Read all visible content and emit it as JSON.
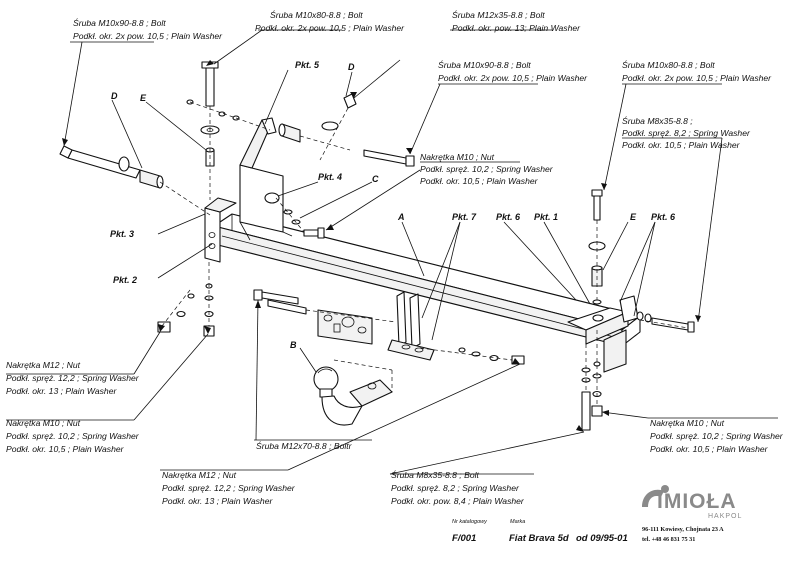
{
  "labels": {
    "bolt_m10x90_left_1": "Śruba M10x90-8.8 ;  Bolt",
    "bolt_m10x90_left_2": "Podkł. okr. 2x pow. 10,5 ; Plain Washer",
    "bolt_m10x80_top_1": "Śruba M10x80-8.8 ;  Bolt",
    "bolt_m10x80_top_2": "Podkł. okr. 2x pow. 10,5 ; Plain Washer",
    "bolt_m12x35_1": "Śruba M12x35-8.8 ;  Bolt",
    "bolt_m12x35_2": "Podkł. okr. pow. 13; Plain Washer",
    "bolt_m10x90_mid_1": "Śruba M10x90-8.8 ;  Bolt",
    "bolt_m10x90_mid_2": "Podkł. okr. 2x pow. 10,5 ; Plain Washer",
    "bolt_m10x80_right_1": "Śruba M10x80-8.8 ;  Bolt",
    "bolt_m10x80_right_2": "Podkł. okr. 2x pow. 10,5 ; Plain Washer",
    "bolt_m8x35_right_1": "Śruba M8x35-8.8 ;",
    "bolt_m8x35_right_2": "Podkł. spręż. 8,2 ; Spring Washer",
    "bolt_m8x35_right_3": "Podkł. okr. 10,5 ; Plain Washer",
    "nut_m10_mid_1": "Nakrętka  M10 ; Nut",
    "nut_m10_mid_2": "Podkł. spręż. 10,2 ; Spring Washer",
    "nut_m10_mid_3": "Podkł. okr. 10,5 ; Plain Washer",
    "nut_m12_left_1": "Nakrętka  M12 ; Nut",
    "nut_m12_left_2": "Podkł. spręż. 12,2 ; Spring Washer",
    "nut_m12_left_3": "Podkł. okr. 13 ; Plain Washer",
    "nut_m10_left_1": "Nakrętka  M10 ; Nut",
    "nut_m10_left_2": "Podkł. spręż. 10,2 ; Spring Washer",
    "nut_m10_left_3": "Podkł. okr. 10,5 ; Plain Washer",
    "bolt_m12x70": "Śruba M12x70-8.8 ;  Boltr",
    "nut_m12_bottom_1": "Nakrętka  M12 ; Nut",
    "nut_m12_bottom_2": "Podkł. spręż. 12,2 ; Spring Washer",
    "nut_m12_bottom_3": "Podkł. okr. 13 ; Plain Washer",
    "bolt_m8x35_bottom_1": "Śruba M8x35-8.8 ;  Bolt",
    "bolt_m8x35_bottom_2": "Podkł. spręż. 8,2 ; Spring Washer",
    "bolt_m8x35_bottom_3": "Podkł. okr. pow. 8,4 ; Plain Washer",
    "nut_m10_right_1": "Nakrętka  M10 ; Nut",
    "nut_m10_right_2": "Podkł. spręż. 10,2 ; Spring Washer",
    "nut_m10_right_3": "Podkł. okr. 10,5 ; Plain Washer"
  },
  "parts": {
    "pkt5": "Pkt. 5",
    "pkt4": "Pkt. 4",
    "pkt3": "Pkt. 3",
    "pkt2": "Pkt. 2",
    "pkt7": "Pkt. 7",
    "pkt6_mid": "Pkt. 6",
    "pkt1": "Pkt. 1",
    "pkt6_right": "Pkt. 6",
    "d_left": "D",
    "e_left": "E",
    "d_top": "D",
    "c": "C",
    "a": "A",
    "b": "B",
    "e_right": "E"
  },
  "titleblock": {
    "catalog_caption": "Nr katalogowy",
    "brand_caption": "Marka",
    "catalog_number": "F/001",
    "model": "Fiat Brava 5d",
    "years": "od 09/95-01"
  },
  "company": {
    "logo_text": "IMIOŁA",
    "logo_sub": "HAKPOL",
    "address": "96-111 Kowiesy,  Chojnata 23 A",
    "phone": "tel. +48 46 831 75 31"
  }
}
